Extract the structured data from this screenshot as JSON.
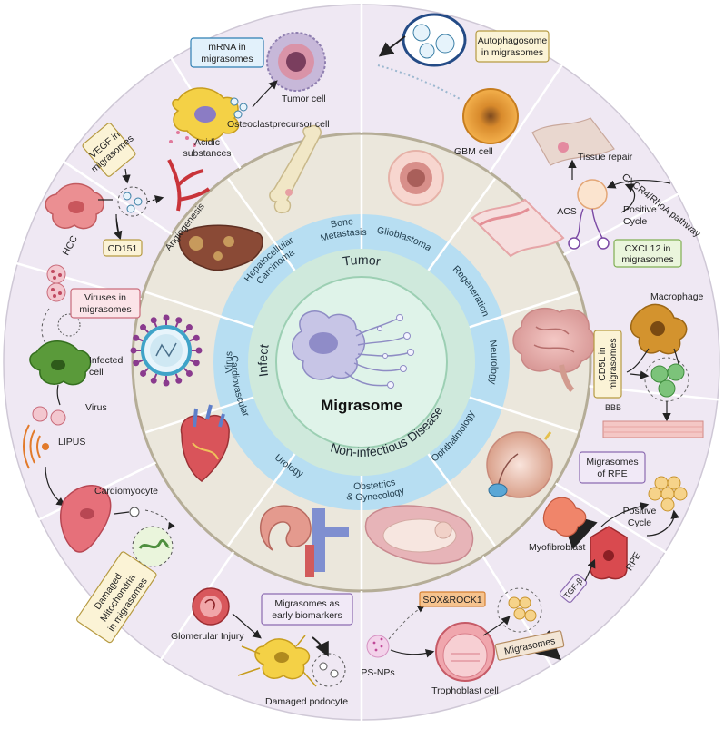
{
  "center": {
    "title": "Migrasome"
  },
  "categories": {
    "tumor": "Tumor",
    "infect": "Infect",
    "non_infectious": "Non-infectious Disease"
  },
  "ring": {
    "bone": [
      "Bone",
      "Metastasis"
    ],
    "glioblastoma": "Glioblastoma",
    "regeneration": "Regeneration",
    "neurology": "Neurology",
    "ophthalmology": "Ophthalmology",
    "obstetrics": [
      "Obstetrics",
      "& Gynecology"
    ],
    "urology": "Urology",
    "cardiovascular": "Cardiovascular",
    "virus": "Virus",
    "hcc_ring": [
      "Hepatocellular",
      "Carcinoma"
    ]
  },
  "outer": {
    "mrna": [
      "mRNA in",
      "migrasomes"
    ],
    "tumor_cell": "Tumor cell",
    "osteoclast": "Osteoclastprecursor cell",
    "acidic": [
      "Acidic",
      "substances"
    ],
    "autophago": [
      "Autophagosome",
      "in migrasomes"
    ],
    "gbm_cell": "GBM cell",
    "tissue_repair": "Tissue repair",
    "cxcr4": "CXCR4/RhoA pathway",
    "acs": "ACS",
    "positive_cycle": [
      "Positive",
      "Cycle"
    ],
    "cxcl12": [
      "CXCL12 in",
      "migrasomes"
    ],
    "macrophage": "Macrophage",
    "cd5l": [
      "CD5L in",
      "migrasomes"
    ],
    "bbb": "BBB",
    "migrasomes_rpe": [
      "Migrasomes",
      "of RPE"
    ],
    "positive_cycle2": [
      "Positive",
      "Cycle"
    ],
    "myofibroblast": "Myofibroblast",
    "rpe": "RPE",
    "tgfb": "TGF-β",
    "sox": "SOX&ROCK1",
    "migrasomes_box": "Migrasomes",
    "psnps": "PS-NPs",
    "trophoblast": "Trophoblast cell",
    "biomarkers": [
      "Migrasomes as",
      "early biomarkers"
    ],
    "glomerular": "Glomerular Injury",
    "podocyte": "Damaged podocyte",
    "lipus": "LIPUS",
    "cardiomyocyte": "Cardiomyocyte",
    "damaged_mito": [
      "Damaged",
      "Mitochondria",
      "in migrasomes"
    ],
    "viruses_in": [
      "Viruses in",
      "migrasomes"
    ],
    "infected": [
      "Infected",
      "cell"
    ],
    "virus_label": "Virus",
    "vegf": [
      "VEGF in",
      "migrasomes"
    ],
    "angiogenesis": "Angiogenesis",
    "hcc": "HCC",
    "cd151": "CD151"
  },
  "colors": {
    "outer_bg": "#efe8f3",
    "middle_ring": "#ebe7dc",
    "label_ring": "#b7def2",
    "inner_ring": "#cfe9dc",
    "center_fill": "#dff3e9",
    "divider": "#bdb7a4",
    "box_pink": "#fbe4e8",
    "box_yellow": "#fbf3d6",
    "box_blue": "#e2f1fb",
    "box_green": "#eaf5dc",
    "box_purple": "#f1e9f7",
    "box_orange": "#f6c38e"
  }
}
